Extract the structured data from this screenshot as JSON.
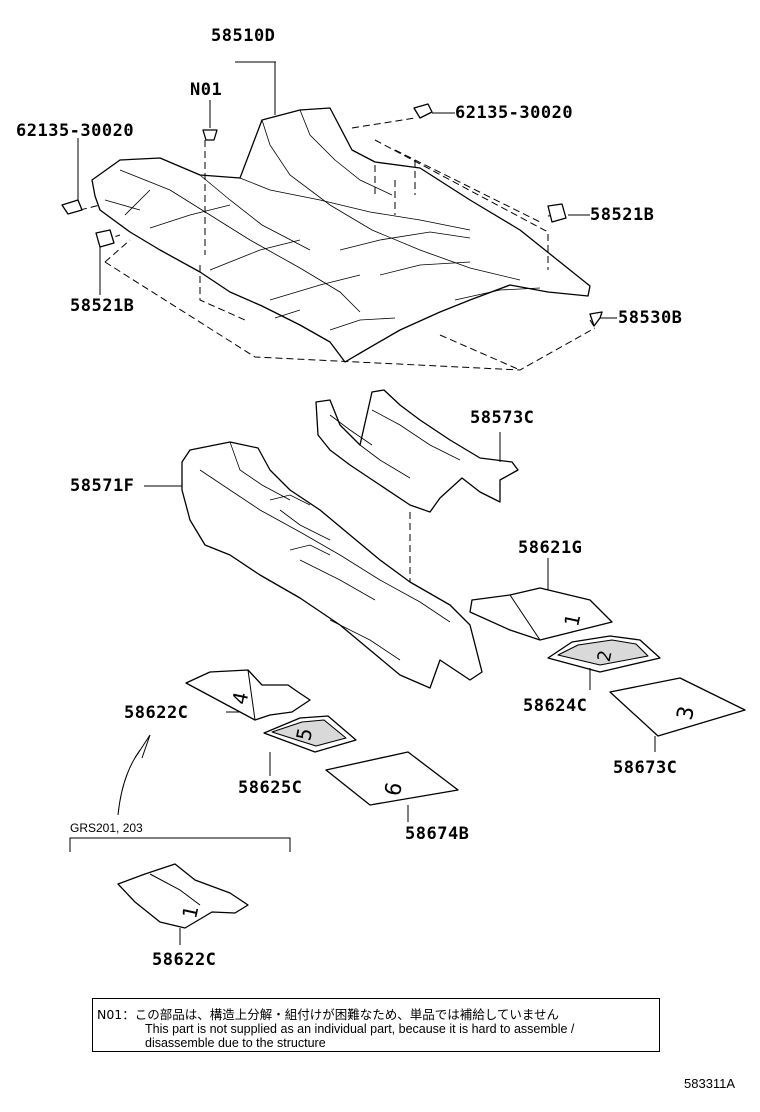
{
  "labels": {
    "p58510D": "58510D",
    "n01": "N01",
    "p62135_right": "62135-30020",
    "p62135_left": "62135-30020",
    "p58521B_right": "58521B",
    "p58521B_left": "58521B",
    "p58530B": "58530B",
    "p58573C": "58573C",
    "p58571F": "58571F",
    "p58621G": "58621G",
    "p58622C": "58622C",
    "p58624C": "58624C",
    "p58625C": "58625C",
    "p58673C": "58673C",
    "p58674B": "58674B",
    "p58622C_bottom": "58622C",
    "variant": "GRS201, 203"
  },
  "mat_numbers": {
    "m1a": "1",
    "m2": "2",
    "m3": "3",
    "m4": "4",
    "m5": "5",
    "m6": "6",
    "m1b": "1"
  },
  "note": {
    "japanese": "N01：この部品は、構造上分解・組付けが困難なため、単品では補給していません",
    "english_line1": "This part is not supplied as an individual part, because it is hard to assemble /",
    "english_line2": "disassemble due to the structure"
  },
  "figure_number": "583311A"
}
